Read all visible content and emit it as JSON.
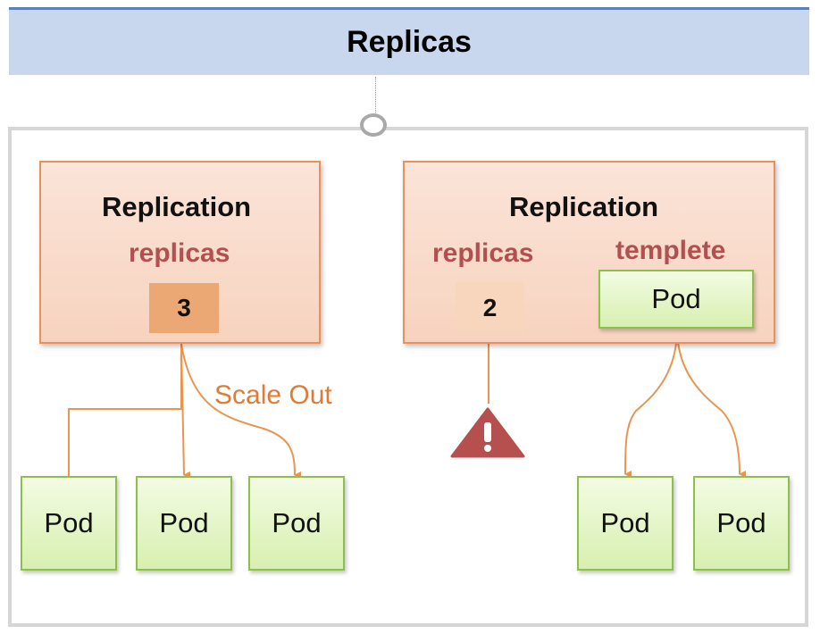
{
  "header": {
    "title": "Replicas"
  },
  "left_rc": {
    "title": "Replication",
    "replicas_label": "replicas",
    "replicas_value": "3"
  },
  "right_rc": {
    "title": "Replication",
    "replicas_label": "replicas",
    "replicas_value": "2",
    "template_label": "templete",
    "template_pod": "Pod"
  },
  "scale_out_label": "Scale Out",
  "pods": [
    {
      "label": "Pod"
    },
    {
      "label": "Pod"
    },
    {
      "label": "Pod"
    },
    {
      "label": "Pod"
    },
    {
      "label": "Pod"
    }
  ],
  "colors": {
    "header_bg": "#c9d7ee",
    "rc_border": "#e8925a",
    "label_red": "#b05050",
    "arrow_orange": "#e8964e",
    "pod_border": "#8cc04a",
    "warning_red": "#b5504f"
  },
  "icons": {
    "warning": "warning-triangle-icon"
  }
}
